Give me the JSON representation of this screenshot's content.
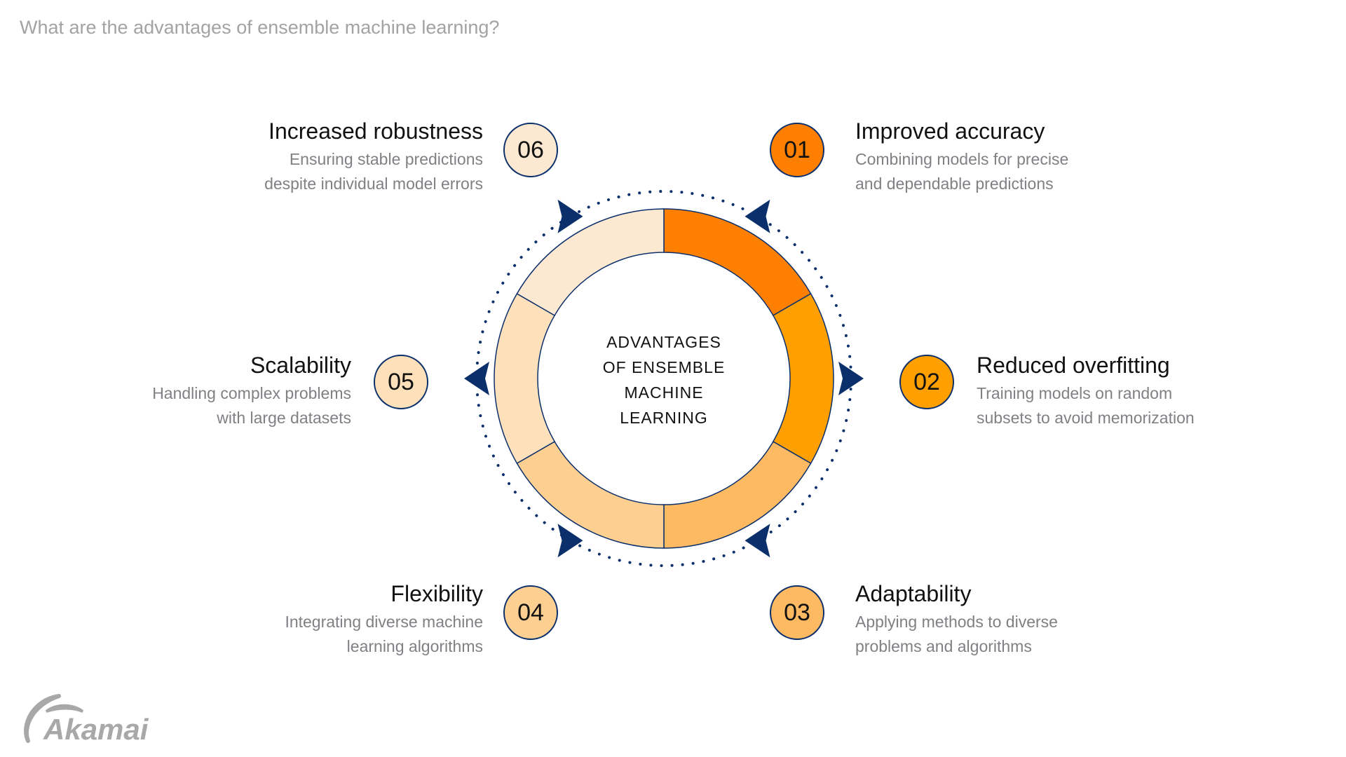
{
  "title": "What are the advantages of ensemble machine learning?",
  "center_label": [
    "ADVANTAGES",
    "OF ENSEMBLE",
    "MACHINE",
    "LEARNING"
  ],
  "colors": {
    "outline": "#0b2f6b",
    "title": "#a3a3a3",
    "desc": "#808085"
  },
  "items": [
    {
      "num": "01",
      "title": "Improved accuracy",
      "desc": [
        "Combining models for precise",
        "and dependable predictions"
      ],
      "color": "#ff8000"
    },
    {
      "num": "02",
      "title": "Reduced overfitting",
      "desc": [
        "Training models on random",
        "subsets to avoid memorization"
      ],
      "color": "#ffa000"
    },
    {
      "num": "03",
      "title": "Adaptability",
      "desc": [
        "Applying methods to diverse",
        "problems and algorithms"
      ],
      "color": "#fdba62"
    },
    {
      "num": "04",
      "title": "Flexibility",
      "desc": [
        "Integrating diverse machine",
        "learning algorithms"
      ],
      "color": "#fdd092"
    },
    {
      "num": "05",
      "title": "Scalability",
      "desc": [
        "Handling complex problems",
        "with large datasets"
      ],
      "color": "#fee0bb"
    },
    {
      "num": "06",
      "title": "Increased robustness",
      "desc": [
        "Ensuring stable predictions",
        "despite individual model errors"
      ],
      "color": "#fde9d2"
    }
  ],
  "logo": "Akamai"
}
